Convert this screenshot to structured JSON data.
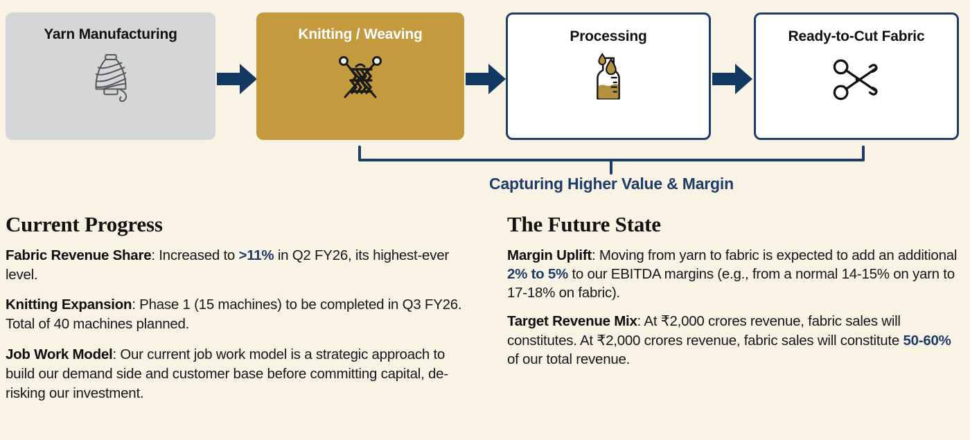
{
  "background_color": "#f8f3e5",
  "accent_navy": "#1d3c68",
  "accent_gold": "#c49a3f",
  "flow": {
    "steps": [
      {
        "label": "Yarn Manufacturing",
        "icon": "yarn-spool-icon",
        "style": "grey",
        "fill": "#d5d6d8",
        "text_color": "#111111"
      },
      {
        "label": "Knitting / Weaving",
        "icon": "knitting-needles-icon",
        "style": "gold",
        "fill": "#c49a3f",
        "text_color": "#ffffff"
      },
      {
        "label": "Processing",
        "icon": "beaker-droplet-icon",
        "style": "white",
        "fill": "#ffffff",
        "text_color": "#111111"
      },
      {
        "label": "Ready-to-Cut Fabric",
        "icon": "scissors-icon",
        "style": "white",
        "fill": "#ffffff",
        "text_color": "#111111"
      }
    ],
    "arrows": [
      {
        "name": "arrow-yarn-to-knitting"
      },
      {
        "name": "arrow-knitting-to-processing"
      },
      {
        "name": "arrow-processing-to-fabric"
      }
    ],
    "bracket_caption": "Capturing Higher Value & Margin"
  },
  "columns": {
    "left": {
      "heading": "Current Progress",
      "paragraphs": [
        {
          "lead": "Fabric Revenue Share",
          "parts": [
            {
              "type": "text",
              "value": ": Increased to "
            },
            {
              "type": "highlight",
              "value": ">11%"
            },
            {
              "type": "text",
              "value": " in Q2 FY26, its highest-ever level."
            }
          ]
        },
        {
          "lead": "Knitting Expansion",
          "parts": [
            {
              "type": "text",
              "value": ": Phase 1 (15 machines) to be completed in Q3 FY26. Total of 40 machines planned."
            }
          ]
        },
        {
          "lead": "Job Work Model",
          "parts": [
            {
              "type": "text",
              "value": ": Our current job work model is a strategic approach to build our demand side and customer base before committing capital, de-risking our investment."
            }
          ]
        }
      ]
    },
    "right": {
      "heading": "The Future State",
      "paragraphs": [
        {
          "lead": "Margin Uplift",
          "parts": [
            {
              "type": "text",
              "value": ": Moving from yarn to fabric is expected to add an additional "
            },
            {
              "type": "highlight",
              "value": "2% to 5%"
            },
            {
              "type": "text",
              "value": " to our EBITDA margins (e.g., from a normal 14-15% on yarn to 17-18% on fabric)."
            }
          ]
        },
        {
          "lead": "Target Revenue Mix",
          "parts": [
            {
              "type": "text",
              "value": ": At ₹2,000 crores revenue, fabric sales will constitutes. At ₹2,000 crores revenue, fabric sales will constitute "
            },
            {
              "type": "highlight",
              "value": "50-60%"
            },
            {
              "type": "text",
              "value": " of our total revenue."
            }
          ]
        }
      ]
    }
  }
}
